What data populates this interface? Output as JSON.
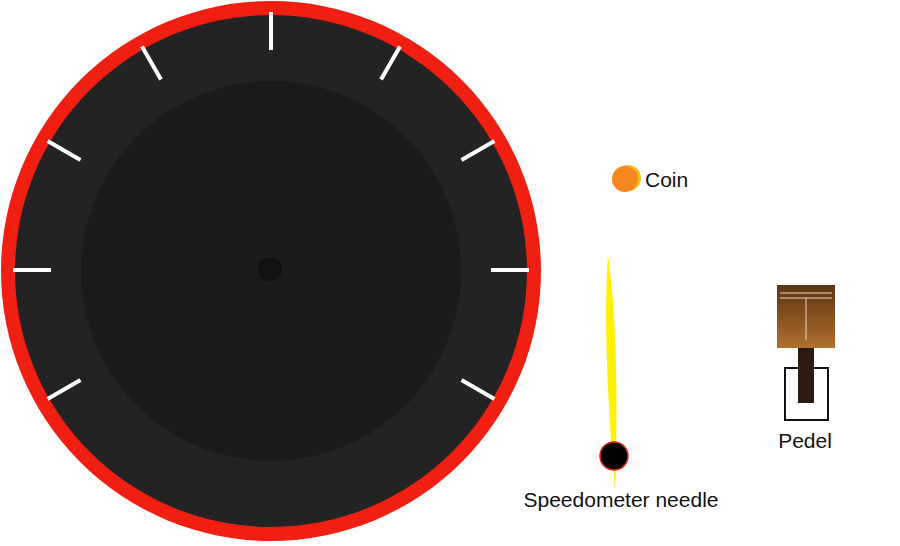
{
  "diagram": {
    "labels": [
      "Coin",
      "Speedometer needle",
      "Pedel"
    ]
  }
}
